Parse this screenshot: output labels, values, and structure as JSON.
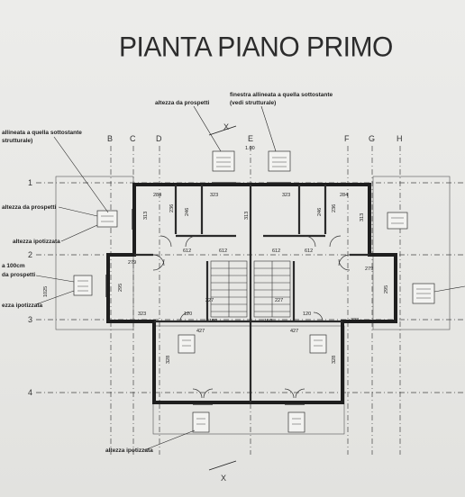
{
  "title": "PIANTA PIANO PRIMO",
  "section_marker": "X",
  "axes": {
    "vertical": [
      "B",
      "C",
      "D",
      "E",
      "F",
      "G",
      "H"
    ],
    "horizontal": [
      "1",
      "2",
      "3",
      "4"
    ]
  },
  "annotations": {
    "top_altezza": "altezza da prospetti",
    "top_finestra_1": "finestra allineata a quella sottostante",
    "top_finestra_2": "(vedi strutturale)",
    "left_finestra_1": "allineata a quella sottostante",
    "left_finestra_2": "strutturale)",
    "left_altezza_prosp": "altezza da prospetti",
    "left_altezza_ipot": "altezza ipotizzata",
    "left_100_1": "a 100cm",
    "left_100_2": "da prospetti",
    "left_ipot_2": "ezza ipotizzata",
    "bottom_altezza": "altezza ipotizzata"
  },
  "dimensions": {
    "top_overall": "1.00",
    "d323a": "323",
    "d323b": "323",
    "d284a": "284",
    "d284b": "284",
    "d236a": "236",
    "d246a": "246",
    "d313a": "313",
    "d313b": "313",
    "d246b": "246",
    "d236b": "236",
    "d612a": "612",
    "d612b": "612",
    "d279a": "279",
    "d279b": "279",
    "d295a": "295",
    "d295b": "295",
    "d323c": "323",
    "d323d": "323",
    "d120a": "120",
    "d120b": "120",
    "d227a": "227",
    "d227b": "227",
    "d427a": "427",
    "d427b": "427",
    "d328a": "328",
    "d328b": "328",
    "d150a": "150",
    "d150b": "150",
    "left_1025": "1025"
  }
}
